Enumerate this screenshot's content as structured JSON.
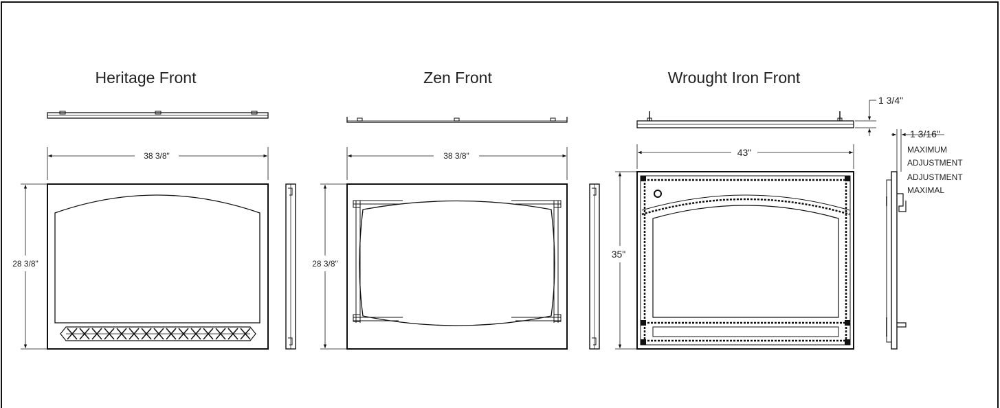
{
  "titles": {
    "heritage": "Heritage Front",
    "zen": "Zen Front",
    "wrought": "Wrought Iron Front"
  },
  "dimensions": {
    "heritage_width": "38 3/8\"",
    "heritage_height": "28 3/8\"",
    "zen_width": "38 3/8\"",
    "zen_height": "28 3/8\"",
    "wrought_width": "43\"",
    "wrought_height": "35\"",
    "wrought_depth": "1 3/4\"",
    "adjustment_value": "1 3/16\""
  },
  "notes": {
    "adjustment_line1": "MAXIMUM",
    "adjustment_line2": "ADJUSTMENT",
    "adjustment_line3": "ADJUSTMENT",
    "adjustment_line4": "MAXIMAL"
  }
}
